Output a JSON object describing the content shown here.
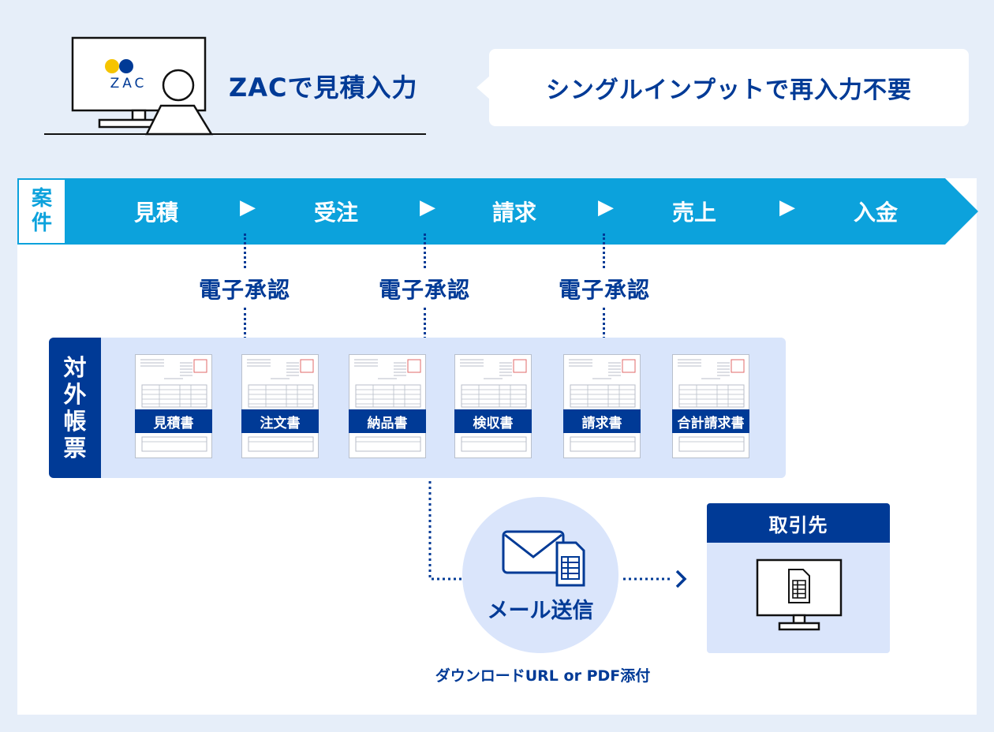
{
  "header": {
    "logo_text": "ZAC",
    "title": "ZACで見積入力",
    "callout": "シングルインプットで再入力不要"
  },
  "flow": {
    "case_label": "案件",
    "stages": [
      "見積",
      "受注",
      "請求",
      "売上",
      "入金"
    ],
    "separator": "▶"
  },
  "approvals": [
    "電子承認",
    "電子承認",
    "電子承認"
  ],
  "documents": {
    "label": "対外帳票",
    "items": [
      "見積書",
      "注文書",
      "納品書",
      "検収書",
      "請求書",
      "合計請求書"
    ]
  },
  "mail": {
    "label": "メール送信",
    "caption": "ダウンロードURL or PDF添付"
  },
  "recipient": {
    "label": "取引先"
  },
  "colors": {
    "navy": "#003a96",
    "flow_blue": "#0ca2dc",
    "background": "#e6eef9",
    "light_blue": "#dae5fb",
    "logo_yellow": "#f5c400"
  }
}
